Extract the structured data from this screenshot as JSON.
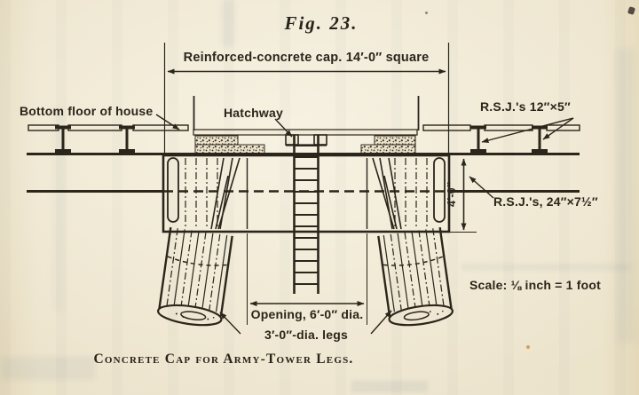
{
  "figure": {
    "title": "Fig. 23.",
    "caption": "Concrete Cap for Army-Tower Legs.",
    "scale_note": "Scale: ⅛ inch = 1 foot"
  },
  "labels": {
    "cap_dimension": "Reinforced-concrete cap. 14′-0″ square",
    "bottom_floor": "Bottom floor of house",
    "hatchway": "Hatchway",
    "rsj_small": "R.S.J.'s 12″×5″",
    "rsj_large": "R.S.J.'s, 24″×7½″",
    "cap_depth": "4′-0″",
    "opening": "Opening, 6′-0″ dia.",
    "legs": "3′-0″-dia. legs"
  },
  "colors": {
    "ink": "#2b251b",
    "paper": "#ece3cc",
    "speck": "#c98f3a"
  }
}
